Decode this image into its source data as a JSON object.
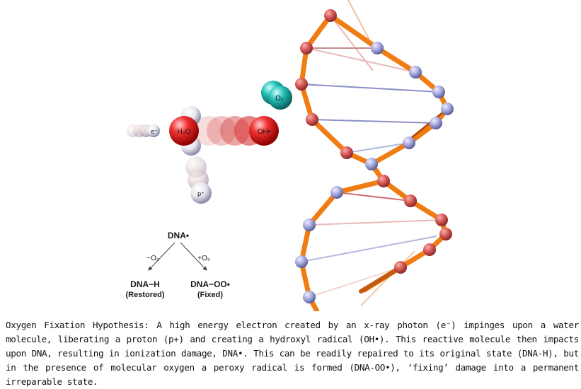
{
  "labels": {
    "electron": "e⁻",
    "water": "H₂O",
    "hydroxyl": "OH•",
    "oxygen": "O₂",
    "proton": "p⁺"
  },
  "scheme": {
    "top": "DNA•",
    "left_arrow": "−O₂",
    "right_arrow": "+O₂",
    "left_product": "DNA−H",
    "left_state": "(Restored)",
    "right_product": "DNA−OO•",
    "right_state": "(Fixed)"
  },
  "caption": {
    "title": "Oxygen Fixation Hypothesis:",
    "body": " A high energy electron created by an x-ray photon (e⁻) impinges upon a water molecule, liberating a proton (p+) and creating a hydroxyl radical (OH•). This reactive molecule then impacts upon DNA, resulting in ionization damage, DNA•. This can be readily repaired to its original state (DNA-H), but in the presence of molecular oxygen a peroxy radical is formed (DNA-OO•), ‘fixing’ damage into a permanent irreparable state."
  },
  "colors": {
    "backbone": "#f07d14",
    "red_node": "#d65a5a",
    "blue_node": "#9fa3d8",
    "oxygen_sphere": "#1fb7b0",
    "hydroxyl_sphere": "#e01515",
    "trail": "#e6a0a0"
  }
}
